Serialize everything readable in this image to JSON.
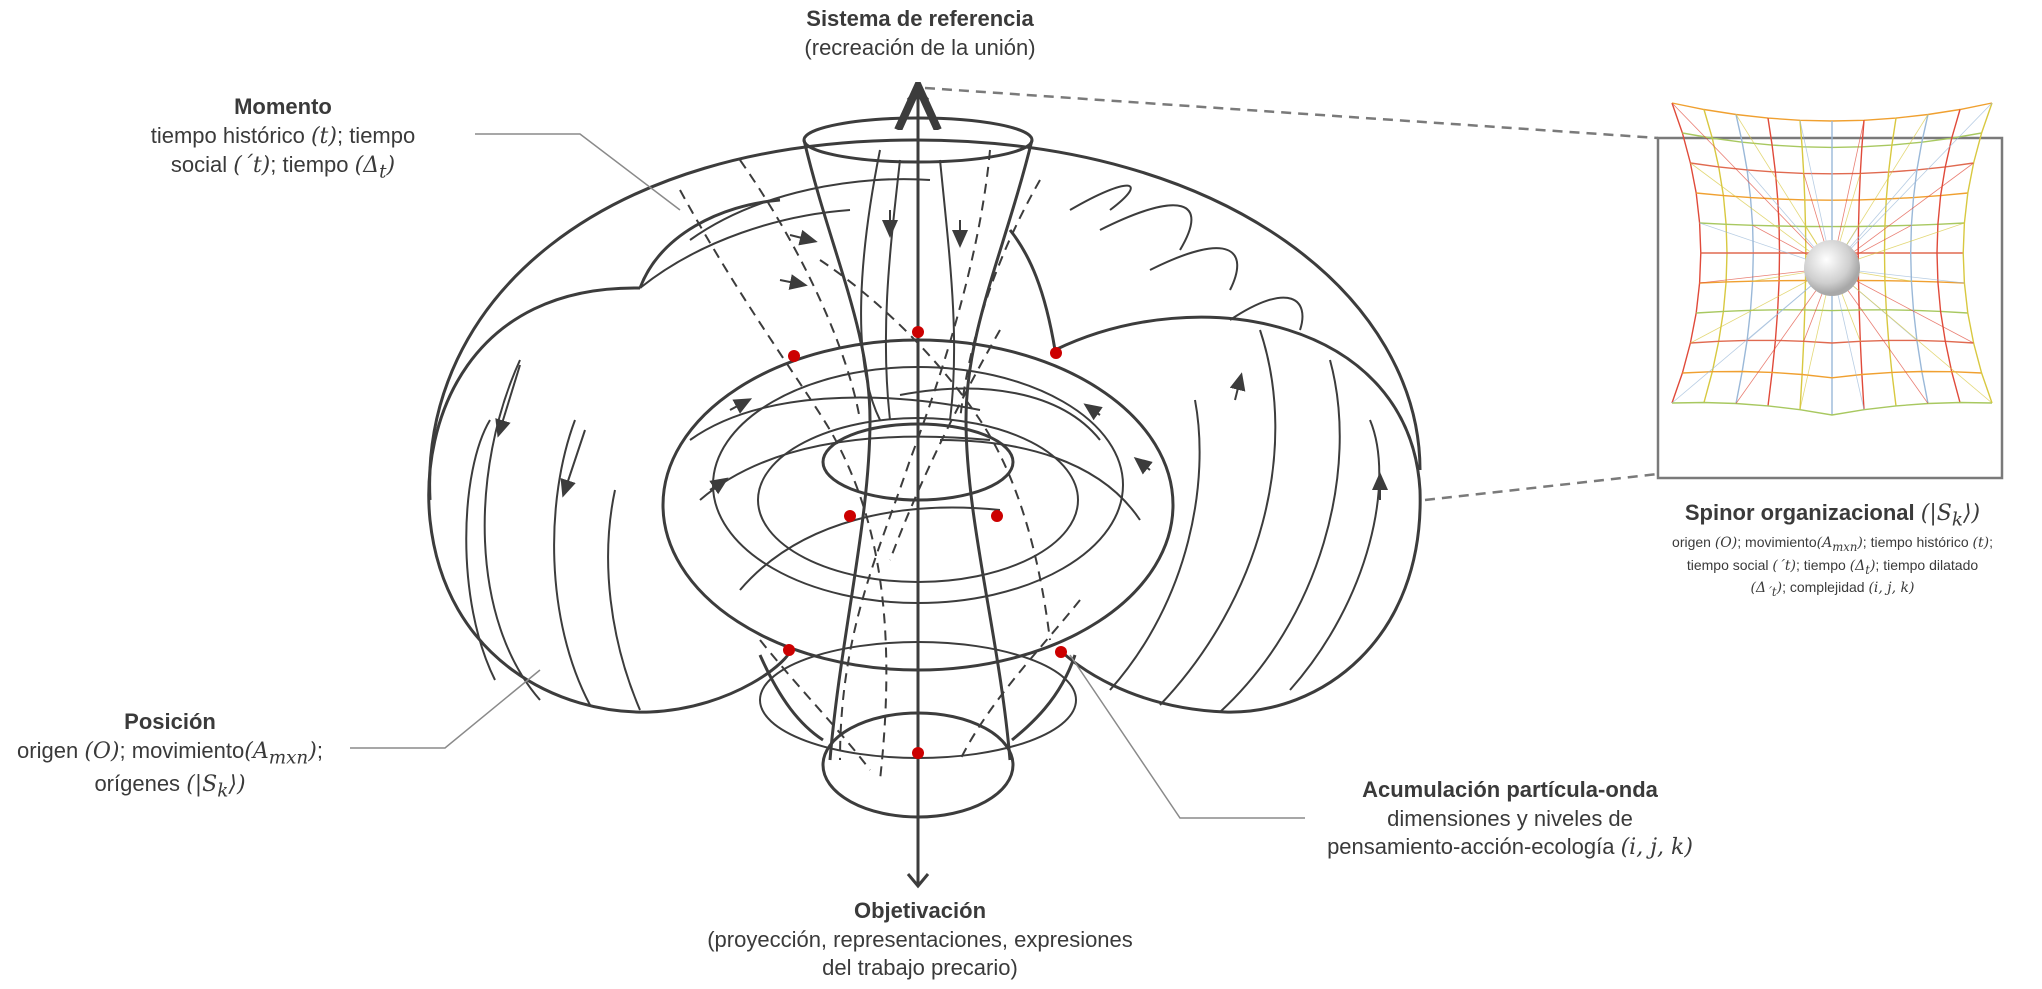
{
  "labels": {
    "top": {
      "title": "Sistema de referencia",
      "text": "(recreación de la unión)"
    },
    "momento": {
      "title": "Momento",
      "line1": "tiempo histórico",
      "m1": "(t)",
      "line1b": "; tiempo",
      "line2": "social",
      "m2": "(´t)",
      "line2b": "; tiempo",
      "m3": "(Δ",
      "m3sub": "t",
      "m3end": ")"
    },
    "posicion": {
      "title": "Posición",
      "line1": "origen",
      "m1": "(O)",
      "line1b": "; movimiento",
      "m2": "(A",
      "m2sub": "mxn",
      "m2end": ")",
      "line1c": ";",
      "line2": "orígenes",
      "m3": "(|S",
      "m3sub": "k",
      "m3end": "⟩)"
    },
    "acumulacion": {
      "title": "Acumulación partícula-onda",
      "line1": "dimensiones y niveles de",
      "line2": "pensamiento-acción-ecología",
      "m1": "(i, j, k)"
    },
    "objetivacion": {
      "title": "Objetivación",
      "line1": "(proyección, representaciones, expresiones",
      "line2": "del trabajo precario)"
    },
    "spinor": {
      "title": "Spinor organizacional",
      "m0": "(|S",
      "m0sub": "k",
      "m0end": "⟩)",
      "a": "origen",
      "am": "(O)",
      "b": "; movimiento",
      "bm": "(A",
      "bmsub": "mxn",
      "bmend": ")",
      "c": "; tiempo histórico",
      "cm": "(t)",
      "d": ";",
      "e": "tiempo social",
      "em": "(´t)",
      "f": "; tiempo",
      "fm": "(Δ",
      "fmsub": "t",
      "fmend": ")",
      "g": "; tiempo dilatado",
      "hm": "(Δ",
      "hmsub": "´t",
      "hmend": ")",
      "i": "; complejidad",
      "im": "(i, j, k)"
    }
  },
  "colors": {
    "stroke": "#3c3c3c",
    "dot": "#cc0000",
    "leader": "#8a8a8a",
    "frame": "#7a7a7a"
  },
  "spinor_grid_colors": [
    "#e04a3a",
    "#f0a030",
    "#d8c840",
    "#a8c860",
    "#9ab8d8",
    "#e06a50"
  ]
}
